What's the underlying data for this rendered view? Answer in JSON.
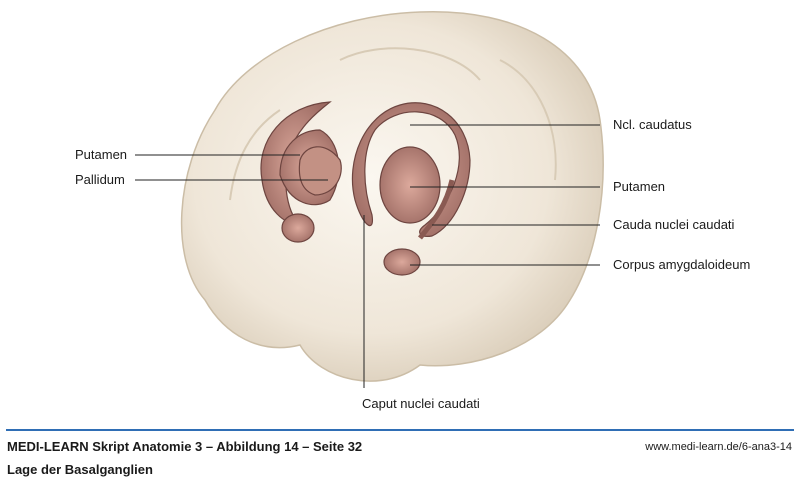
{
  "figure": {
    "labels_left": [
      "Putamen",
      "Pallidum"
    ],
    "labels_right": [
      "Ncl. caudatus",
      "Putamen",
      "Cauda nuclei caudati",
      "Corpus amygdaloideum"
    ],
    "label_bottom": "Caput nuclei caudati"
  },
  "footer": {
    "title": "MEDI-LEARN Skript Anatomie 3 – Abbildung 14 – Seite 32",
    "url": "www.medi-learn.de/6-ana3-14",
    "subtitle": "Lage der Basalganglien"
  },
  "colors": {
    "accent": "#2f6eb5",
    "brain": "#efe6d8",
    "nucleus": "#b9837a"
  }
}
